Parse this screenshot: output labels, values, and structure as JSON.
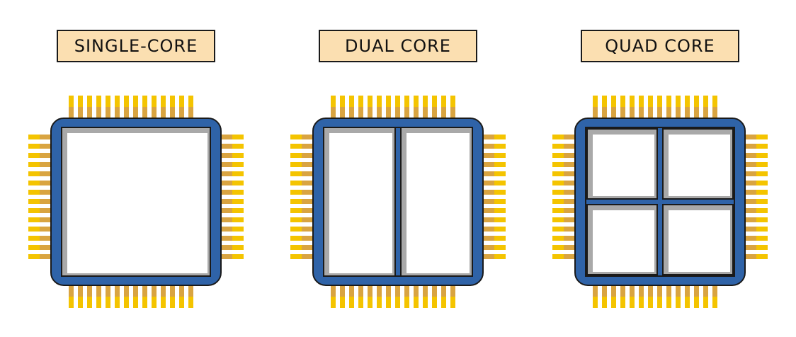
{
  "labels": {
    "single": "SINGLE-CORE",
    "dual": "DUAL CORE",
    "quad": "QUAD CORE"
  },
  "chips": [
    {
      "id": "single",
      "cores": 1
    },
    {
      "id": "dual",
      "cores": 2
    },
    {
      "id": "quad",
      "cores": 4
    }
  ],
  "colors": {
    "label_fill": "#fbdfb1",
    "package": "#2f63a8",
    "die_frame": "#a9a9a9",
    "core_fill": "#ffffff",
    "pin_light": "#f4c400",
    "pin_dark": "#d9a441",
    "outline": "#1a1a1a"
  },
  "pins_per_side": 14
}
